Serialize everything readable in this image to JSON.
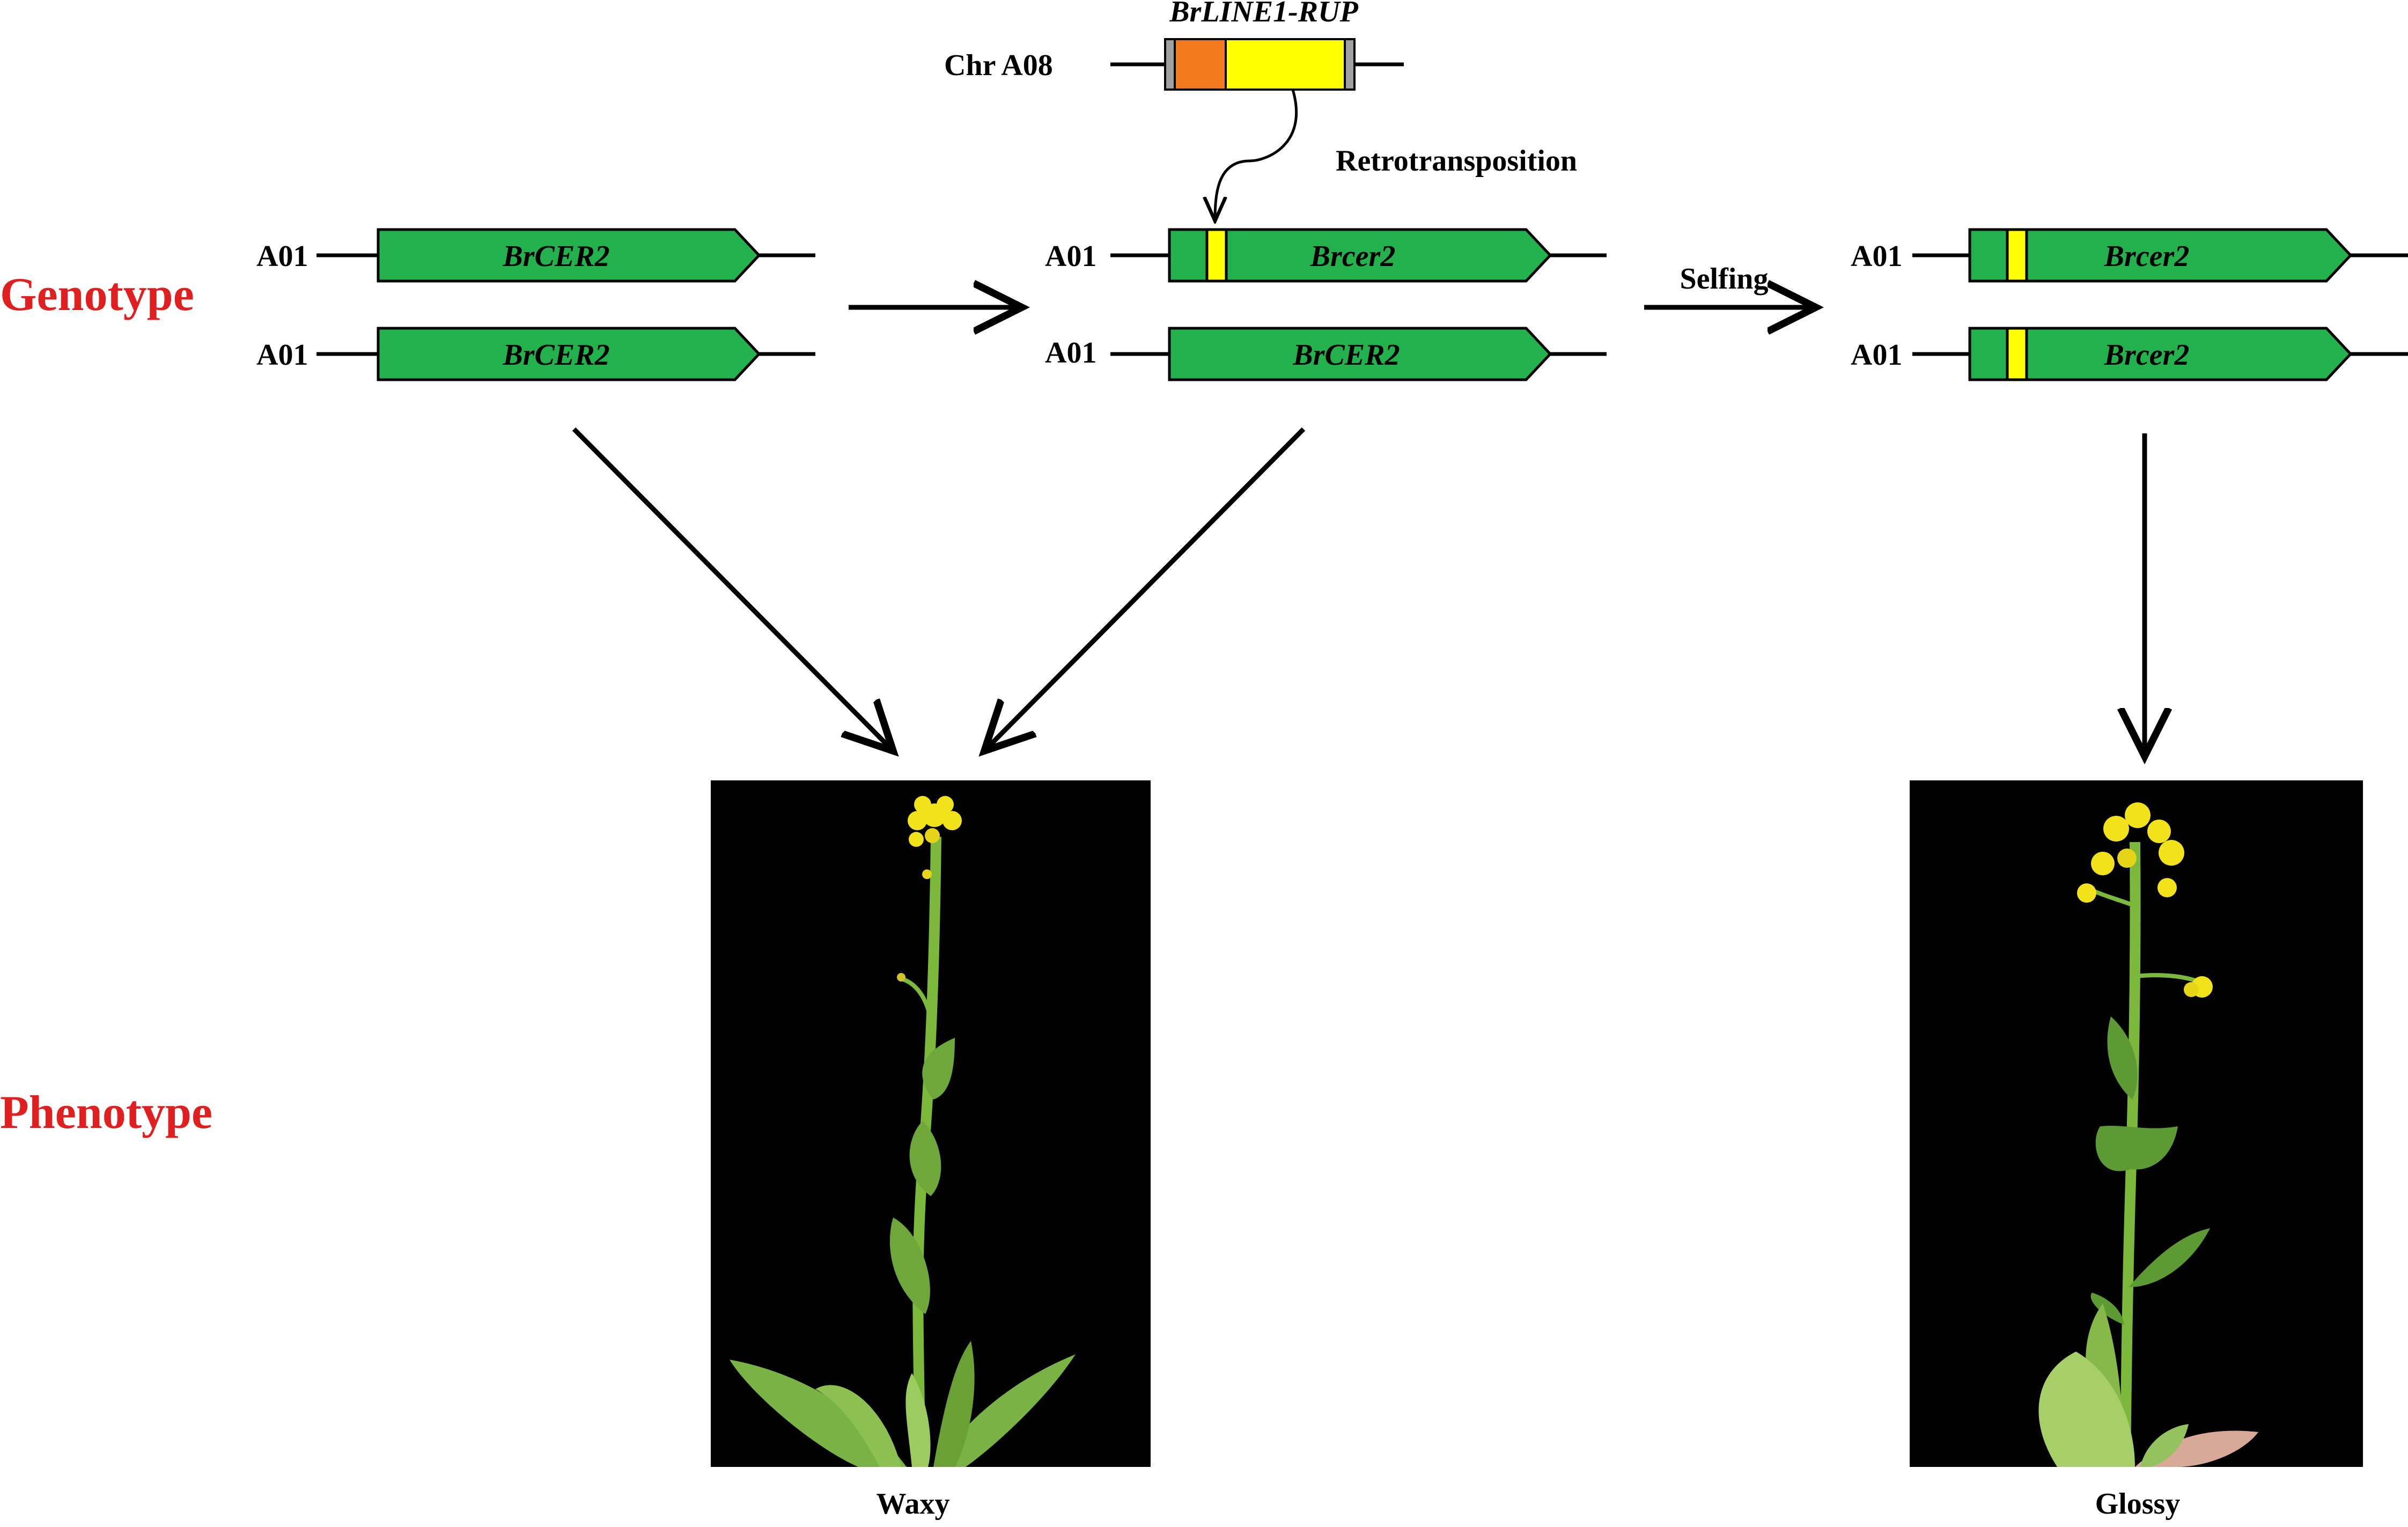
{
  "labels": {
    "genotype": "Genotype",
    "phenotype": "Phenotype",
    "chr_a08": "Chr A08",
    "transposon": "BrLINE1-RUP",
    "retrotransposition": "Retrotransposition",
    "selfing": "Selfing",
    "waxy": "Waxy",
    "glossy": "Glossy"
  },
  "chromosomes": {
    "wildtype": [
      {
        "chrom": "A01",
        "gene": "BrCER2"
      },
      {
        "chrom": "A01",
        "gene": "BrCER2"
      }
    ],
    "heterozygous": [
      {
        "chrom": "A01",
        "gene": "Brcer2"
      },
      {
        "chrom": "A01",
        "gene": "BrCER2"
      }
    ],
    "homozygous": [
      {
        "chrom": "A01",
        "gene": "Brcer2"
      },
      {
        "chrom": "A01",
        "gene": "Brcer2"
      }
    ]
  },
  "colors": {
    "gene_green": "#22b14c",
    "insertion_yellow": "#ffff00",
    "ltr_orange": "#f47a20",
    "flank_gray": "#a0a0a0",
    "label_red": "#e02020",
    "photo_bg": "#000000",
    "stem_green": "#7bb83c",
    "leaf_green": "#6ea83a",
    "flower_yellow": "#f2e21a"
  }
}
